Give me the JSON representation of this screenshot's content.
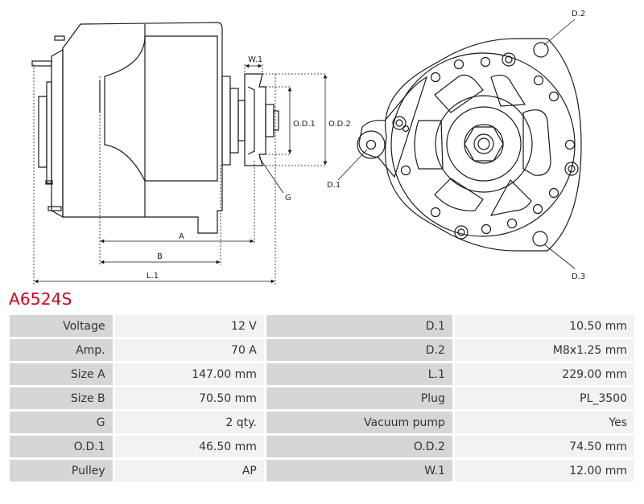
{
  "part_number": "A6524S",
  "drawing_labels": {
    "w1": "W.1",
    "od1": "O.D.1",
    "od2": "O.D.2",
    "g": "G",
    "a": "A",
    "b": "B",
    "l1": "L.1",
    "d1": "D.1",
    "d2": "D.2",
    "d3": "D.3"
  },
  "specs": [
    {
      "label": "Voltage",
      "value": "12 V",
      "label2": "D.1",
      "value2": "10.50 mm"
    },
    {
      "label": "Amp.",
      "value": "70 A",
      "label2": "D.2",
      "value2": "M8x1.25 mm"
    },
    {
      "label": "Size A",
      "value": "147.00 mm",
      "label2": "L.1",
      "value2": "229.00 mm"
    },
    {
      "label": "Size B",
      "value": "70.50 mm",
      "label2": "Plug",
      "value2": "PL_3500"
    },
    {
      "label": "G",
      "value": "2 qty.",
      "label2": "Vacuum pump",
      "value2": "Yes"
    },
    {
      "label": "O.D.1",
      "value": "46.50 mm",
      "label2": "O.D.2",
      "value2": "74.50 mm"
    },
    {
      "label": "Pulley",
      "value": "AP",
      "label2": "W.1",
      "value2": "12.00 mm"
    }
  ]
}
